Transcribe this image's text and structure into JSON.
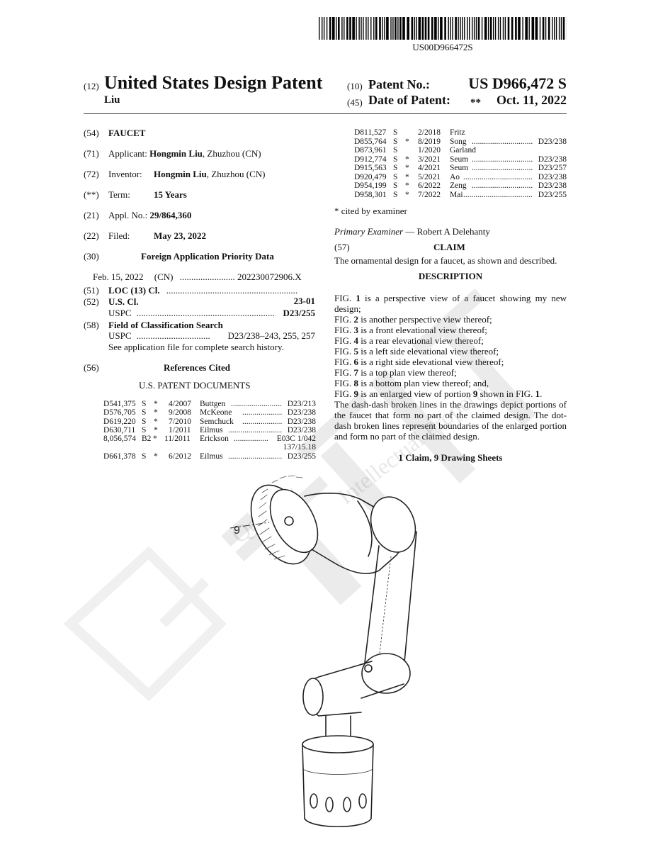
{
  "barcode_number": "US00D966472S",
  "header": {
    "tag12": "(12)",
    "doc_type": "United States Design Patent",
    "inventor_surname": "Liu",
    "tag10": "(10)",
    "patent_no_label": "Patent No.:",
    "patent_no": "US D966,472 S",
    "tag45": "(45)",
    "date_label": "Date of Patent:",
    "date_marker": "**",
    "date": "Oct. 11, 2022"
  },
  "biblio": {
    "title_tag": "(54)",
    "title": "FAUCET",
    "applicant_tag": "(71)",
    "applicant_label": "Applicant:",
    "applicant_name": "Hongmin Liu",
    "applicant_loc": ", Zhuzhou (CN)",
    "inventor_tag": "(72)",
    "inventor_label": "Inventor:",
    "inventor_name": "Hongmin Liu",
    "inventor_loc": ", Zhuzhou (CN)",
    "term_tag": "(**)",
    "term_label": "Term:",
    "term": "15 Years",
    "appl_tag": "(21)",
    "appl_label": "Appl. No.:",
    "appl_no": "29/864,360",
    "filed_tag": "(22)",
    "filed_label": "Filed:",
    "filed_date": "May 23, 2022",
    "foreign_tag": "(30)",
    "foreign_heading": "Foreign Application Priority Data",
    "foreign_date": "Feb. 15, 2022",
    "foreign_country": "(CN)",
    "foreign_no": "202230072906.X",
    "loc_tag": "(51)",
    "loc_label": "LOC (13) Cl.",
    "loc_value": "23-01",
    "uscl_tag": "(52)",
    "uscl_label": "U.S. Cl.",
    "uspc_label": "USPC",
    "uspc_value": "D23/255",
    "field_tag": "(58)",
    "field_label": "Field of Classification Search",
    "field_uspc_label": "USPC",
    "field_uspc_value": "D23/238–243, 255, 257",
    "field_note": "See application file for complete search history.",
    "refs_tag": "(56)",
    "refs_heading": "References Cited",
    "us_docs_heading": "U.S. PATENT DOCUMENTS"
  },
  "references_left": [
    {
      "num": "D541,375",
      "kind": "S",
      "star": "*",
      "date": "4/2007",
      "name": "Buttgen",
      "cls": "D23/213"
    },
    {
      "num": "D576,705",
      "kind": "S",
      "star": "*",
      "date": "9/2008",
      "name": "McKeone",
      "cls": "D23/238"
    },
    {
      "num": "D619,220",
      "kind": "S",
      "star": "*",
      "date": "7/2010",
      "name": "Semchuck",
      "cls": "D23/238"
    },
    {
      "num": "D630,711",
      "kind": "S",
      "star": "*",
      "date": "1/2011",
      "name": "Eilmus",
      "cls": "D23/238"
    },
    {
      "num": "8,056,574",
      "kind": "B2",
      "star": "*",
      "date": "11/2011",
      "name": "Erickson",
      "cls": "E03C 1/042"
    },
    {
      "num": "",
      "kind": "",
      "star": "",
      "date": "",
      "name": "",
      "cls": "137/15.18"
    },
    {
      "num": "D661,378",
      "kind": "S",
      "star": "*",
      "date": "6/2012",
      "name": "Eilmus",
      "cls": "D23/255"
    }
  ],
  "references_right": [
    {
      "num": "D811,527",
      "kind": "S",
      "star": "",
      "date": "2/2018",
      "name": "Fritz",
      "cls": ""
    },
    {
      "num": "D855,764",
      "kind": "S",
      "star": "*",
      "date": "8/2019",
      "name": "Song",
      "cls": "D23/238"
    },
    {
      "num": "D873,961",
      "kind": "S",
      "star": "",
      "date": "1/2020",
      "name": "Garland",
      "cls": ""
    },
    {
      "num": "D912,774",
      "kind": "S",
      "star": "*",
      "date": "3/2021",
      "name": "Seum",
      "cls": "D23/238"
    },
    {
      "num": "D915,563",
      "kind": "S",
      "star": "*",
      "date": "4/2021",
      "name": "Seum",
      "cls": "D23/257"
    },
    {
      "num": "D920,479",
      "kind": "S",
      "star": "*",
      "date": "5/2021",
      "name": "Ao",
      "cls": "D23/238"
    },
    {
      "num": "D954,199",
      "kind": "S",
      "star": "*",
      "date": "6/2022",
      "name": "Zeng",
      "cls": "D23/238"
    },
    {
      "num": "D958,301",
      "kind": "S",
      "star": "*",
      "date": "7/2022",
      "name": "Mai",
      "cls": "D23/255"
    }
  ],
  "right_column": {
    "cited_note": "* cited by examiner",
    "examiner_label": "Primary Examiner",
    "examiner_name": "— Robert A Delehanty",
    "claim_tag": "(57)",
    "claim_heading": "CLAIM",
    "claim_text": "The ornamental design for a faucet, as shown and described.",
    "description_heading": "DESCRIPTION",
    "fig_word": "FIG.",
    "figures": [
      {
        "num": "1",
        "text": " is a perspective view of a faucet showing my new design;"
      },
      {
        "num": "2",
        "text": " is another perspective view thereof;"
      },
      {
        "num": "3",
        "text": " is a front elevational view thereof;"
      },
      {
        "num": "4",
        "text": " is a rear elevational view thereof;"
      },
      {
        "num": "5",
        "text": " is a left side elevational view thereof;"
      },
      {
        "num": "6",
        "text": " is a right side elevational view thereof;"
      },
      {
        "num": "7",
        "text": " is a top plan view thereof;"
      },
      {
        "num": "8",
        "text": " is a bottom plan view thereof; and,"
      }
    ],
    "fig9_text_a": " is an enlarged view of portion ",
    "fig9_bold": "9",
    "fig9_text_b": " shown in FIG. ",
    "fig9_ref": "1",
    "fig9_end": ".",
    "dash_text": "The dash-dash broken lines in the drawings depict portions of the faucet that form no part of the claimed design. The dot-dash broken lines represent boundaries of the enlarged portion and form no part of the claimed design.",
    "claims_summary": "1 Claim, 9 Drawing Sheets"
  },
  "drawing": {
    "portion_label": "9"
  },
  "watermark": {
    "text_a": "Qenling",
    "text_b": "Intellectual Property"
  }
}
